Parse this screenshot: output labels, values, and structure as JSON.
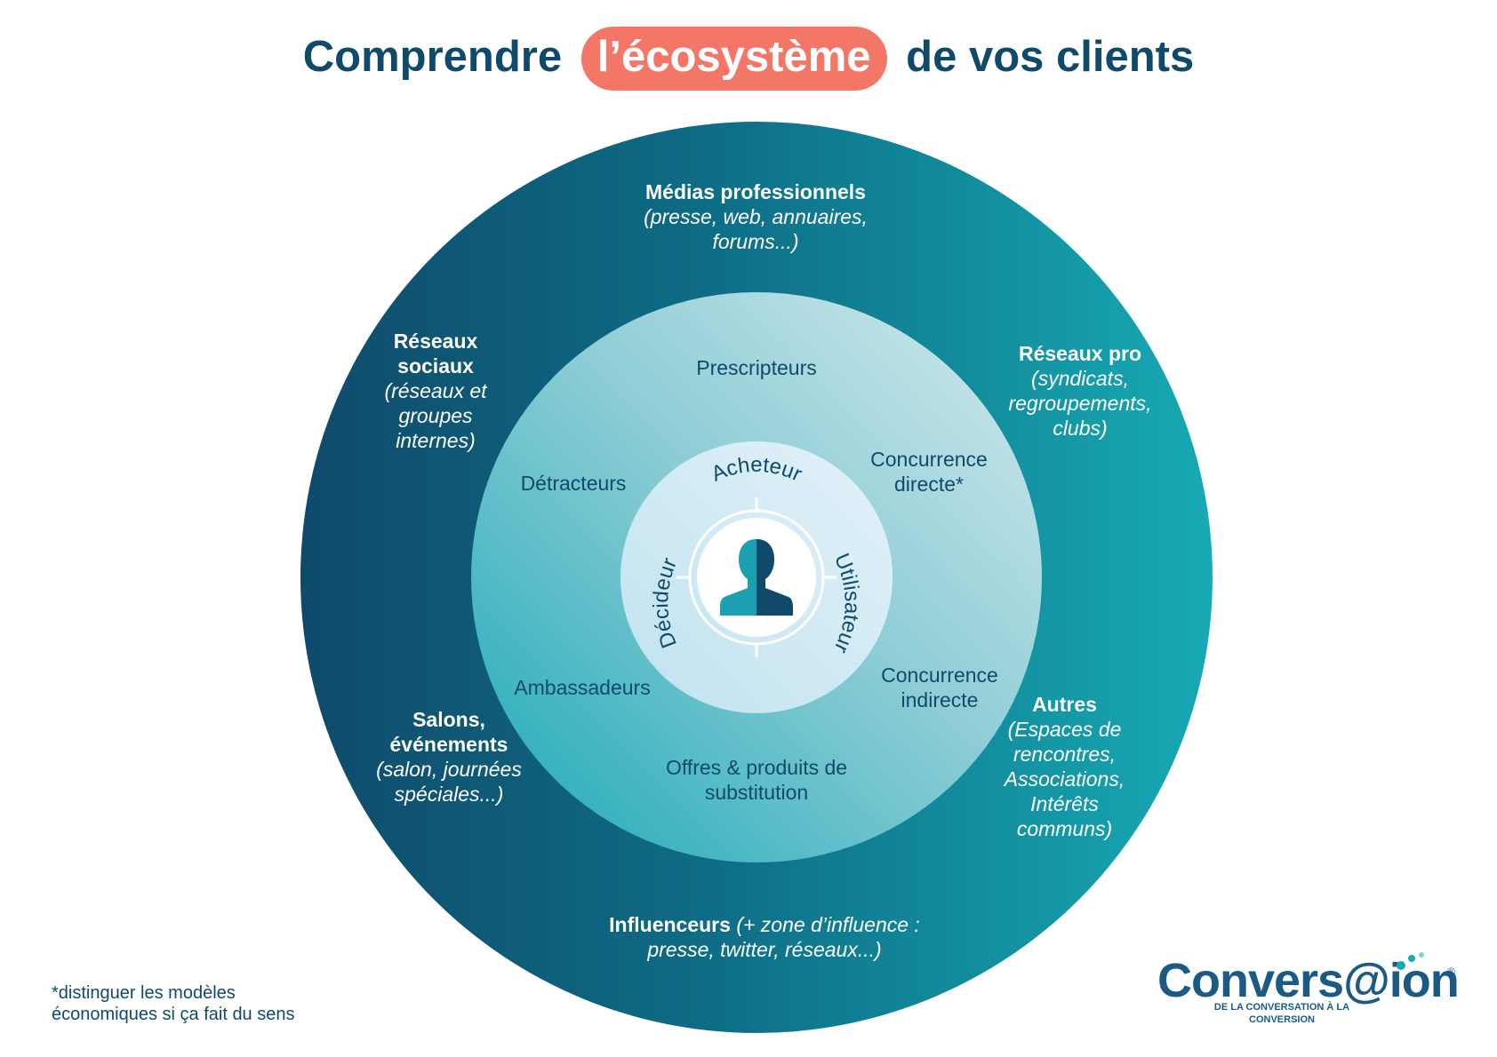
{
  "title": {
    "before": "Comprendre",
    "highlight": "l’écosystème",
    "after": "de vos clients"
  },
  "outer_ring": {
    "medias": {
      "title": "Médias professionnels",
      "detail": "(presse, web, annuaires, forums...)"
    },
    "reseaux_sociaux": {
      "title": "Réseaux sociaux",
      "detail": "(réseaux et groupes internes)"
    },
    "reseaux_pro": {
      "title": "Réseaux pro",
      "detail": "(syndicats, regroupements, clubs)"
    },
    "salons": {
      "title": "Salons, événements",
      "detail": "(salon, journées spéciales...)"
    },
    "autres": {
      "title": "Autres",
      "detail": "(Espaces de rencontres, Associations, Intérêts communs)"
    },
    "influenceurs": {
      "title": "Influenceurs",
      "detail": "(+ zone d’influence : presse, twitter, réseaux...)"
    }
  },
  "middle_ring": {
    "prescripteurs": "Prescripteurs",
    "detracteurs": "Détracteurs",
    "concurrence_directe": "Concurrence directe*",
    "ambassadeurs": "Ambassadeurs",
    "concurrence_indirecte": "Concurrence indirecte",
    "offres": "Offres & produits de substitution"
  },
  "inner_ring": {
    "acheteur": "Acheteur",
    "decideur": "Décideur",
    "utilisateur": "Utilisateur"
  },
  "center_icon": "person-silhouette-icon",
  "footnote": "*distinguer les modèles économiques si ça fait du sens",
  "logo": {
    "name": "Convers@ion",
    "registered": "®",
    "tagline": "DE LA CONVERSATION À LA CONVERSION"
  },
  "colors": {
    "navy": "#0f4a6b",
    "teal": "#1aa8b5",
    "coral": "#f37666",
    "light": "#d8ecf5"
  }
}
